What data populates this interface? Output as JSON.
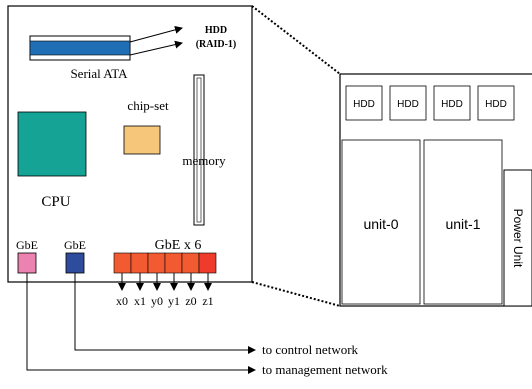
{
  "board": {
    "sata_label": "Serial ATA",
    "hdd_label_line1": "HDD",
    "hdd_label_line2": "(RAID-1)",
    "chipset_label": "chip-set",
    "memory_label": "memory",
    "cpu_label": "CPU",
    "gbe_label_1": "GbE",
    "gbe_label_2": "GbE",
    "gbe_x6_label": "GbE x 6",
    "ports": [
      "x0",
      "x1",
      "y0",
      "y1",
      "z0",
      "z1"
    ],
    "to_control": "to control network",
    "to_management": "to management network"
  },
  "chassis": {
    "hdd_bays": [
      "HDD",
      "HDD",
      "HDD",
      "HDD"
    ],
    "unit0": "unit-0",
    "unit1": "unit-1",
    "power_unit": "Power Unit"
  },
  "colors": {
    "sata_blue": "#1f6fb5",
    "cpu_teal": "#14a394",
    "chipset_orange": "#f6c67a",
    "gbe_pink": "#ec82b0",
    "gbe_navy": "#2e4c9c",
    "gbe6_red": "#f25a31"
  }
}
